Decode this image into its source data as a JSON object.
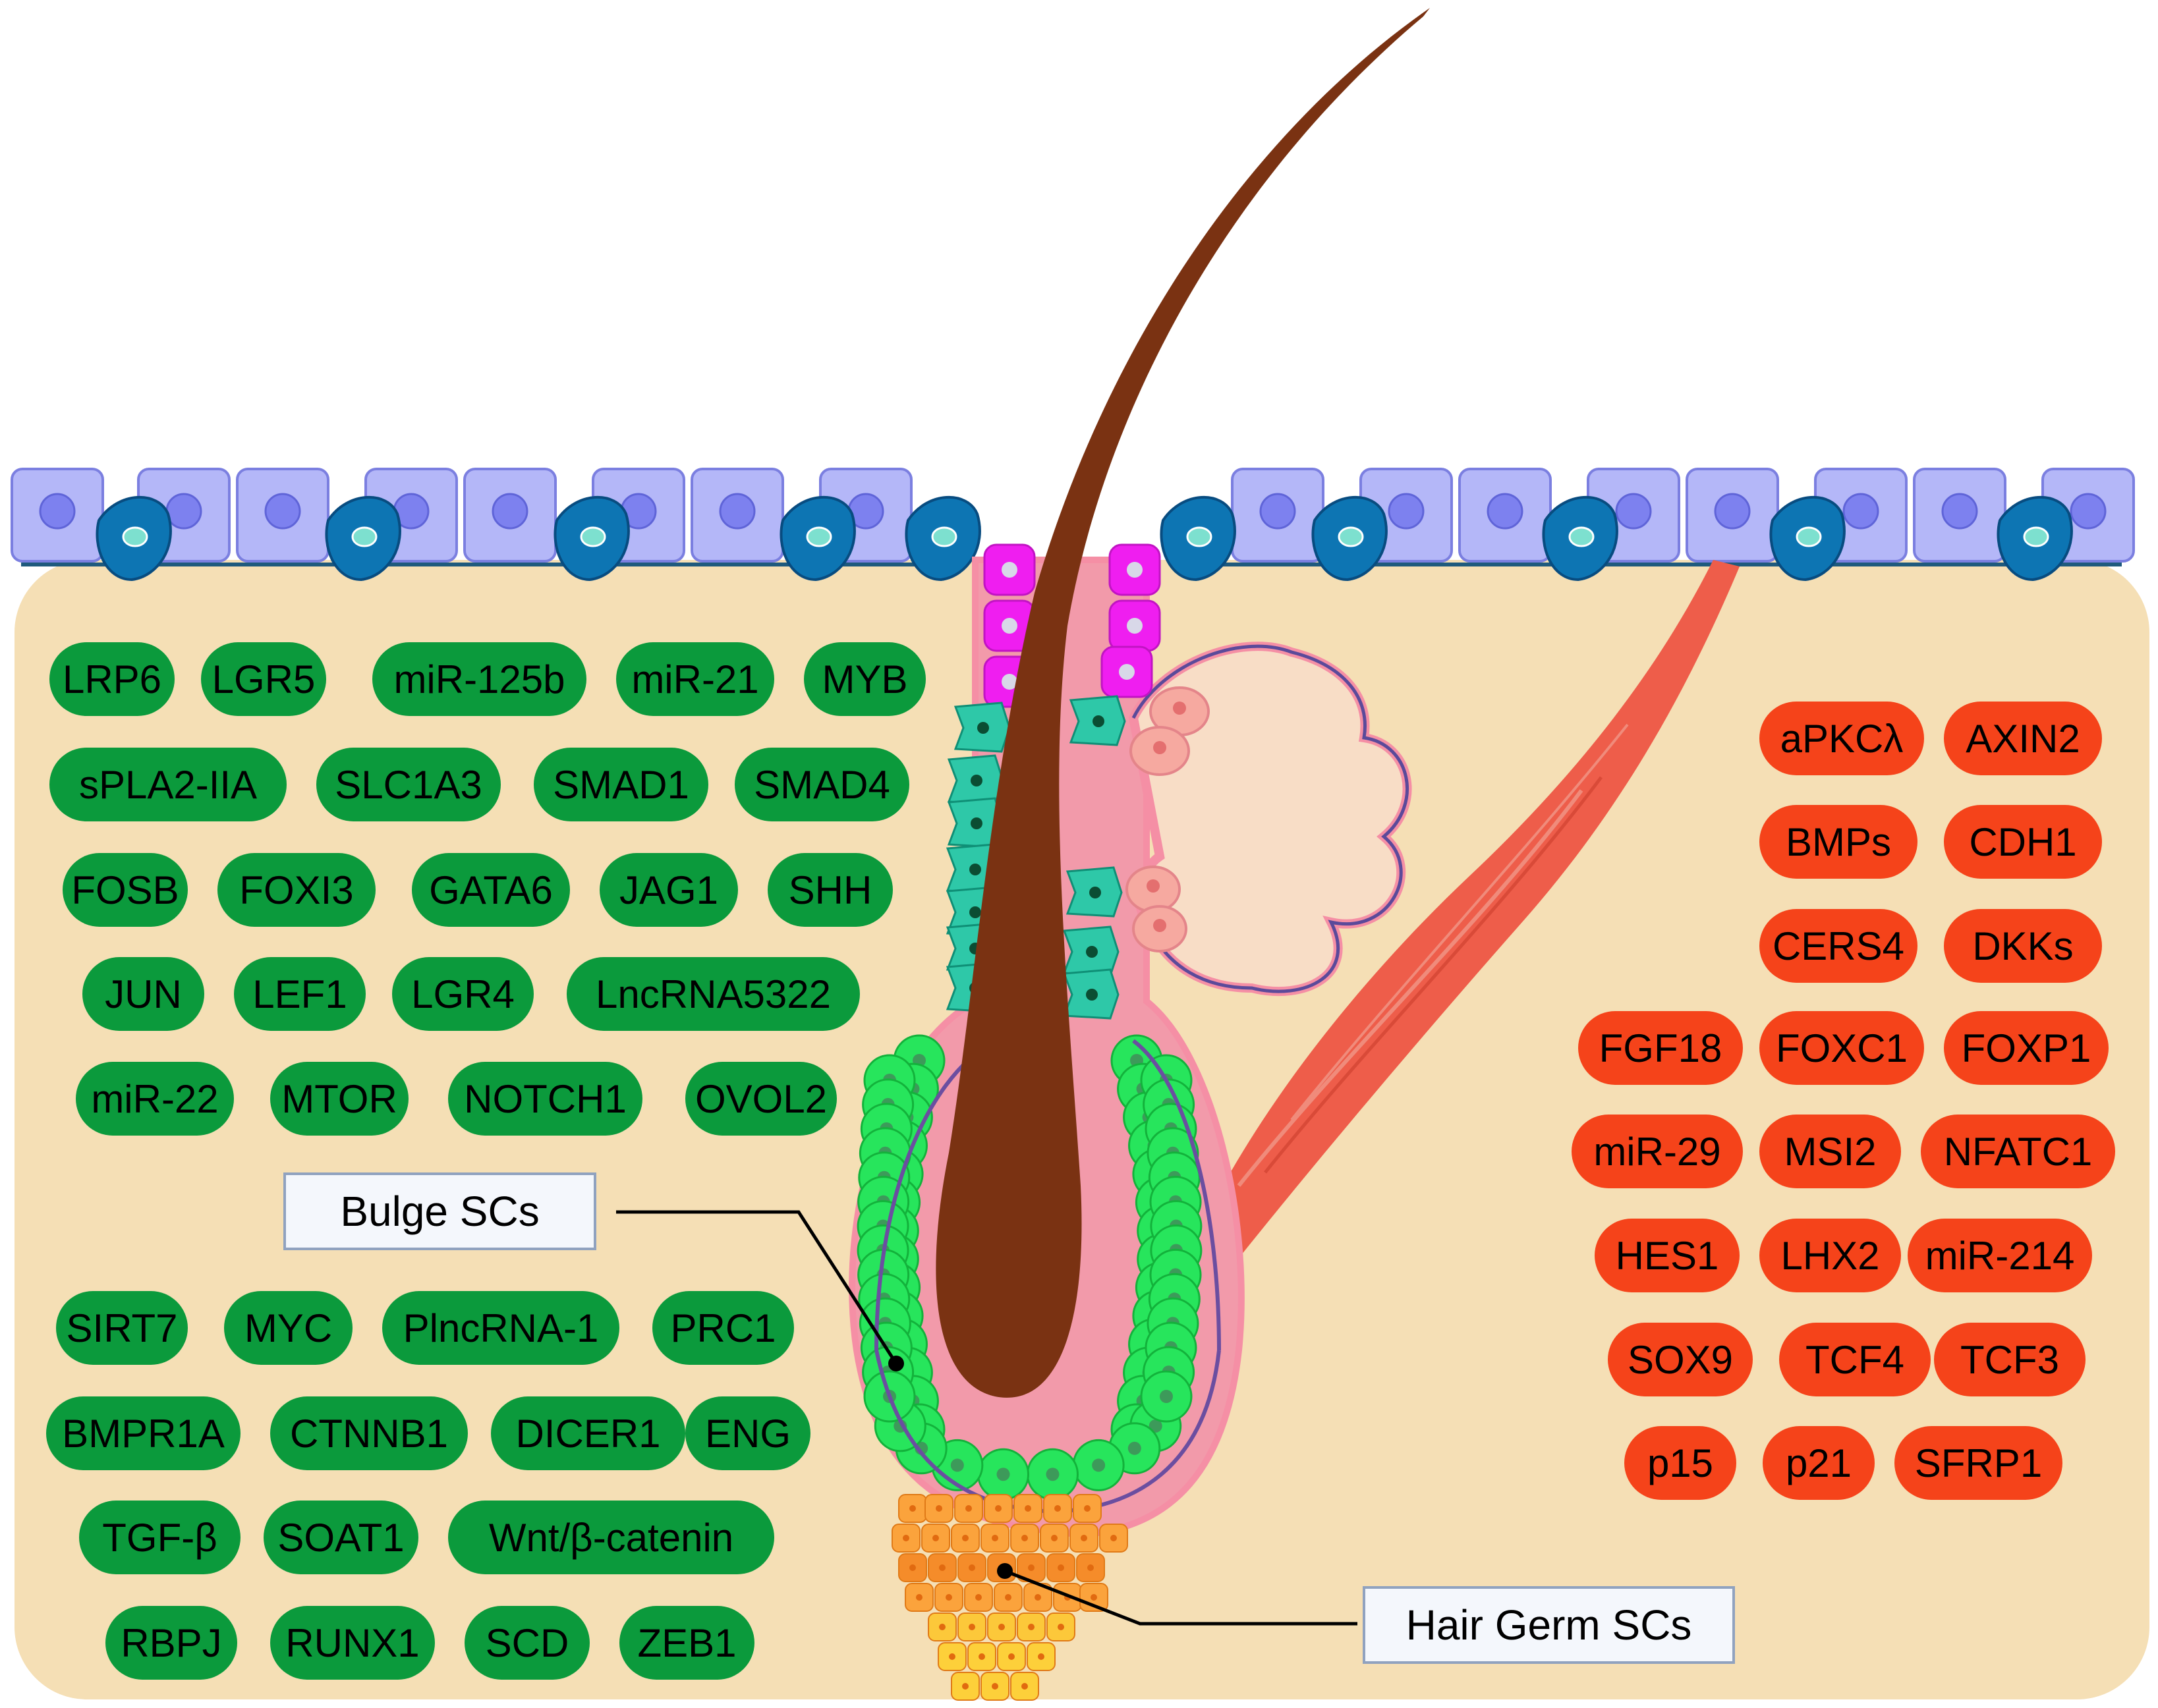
{
  "colors": {
    "dermis": "#f5dfb5",
    "hair_shaft": "#7a3212",
    "epidermis_cell": "#b4b7f8",
    "green_pill": "#0b9a3c",
    "red_pill": "#f5431a",
    "muscle": "#ee5d4a",
    "bulge_cell": "#27e55c",
    "germ_cell": "#fba33c",
    "magenta_cell": "#ef1ef0",
    "teal_cell": "#2ec8a8"
  },
  "labels": {
    "bulge": "Bulge SCs",
    "germ": "Hair Germ SCs"
  },
  "green_rows_top": [
    [
      "LRP6",
      "LGR5",
      "miR-125b",
      "miR-21",
      "MYB"
    ],
    [
      "sPLA2-IIA",
      "SLC1A3",
      "SMAD1",
      "SMAD4"
    ],
    [
      "FOSB",
      "FOXI3",
      "GATA6",
      "JAG1",
      "SHH"
    ],
    [
      "JUN",
      "LEF1",
      "LGR4",
      "LncRNA5322"
    ],
    [
      "miR-22",
      "MTOR",
      "NOTCH1",
      "OVOL2"
    ]
  ],
  "green_rows_bottom": [
    [
      "SIRT7",
      "MYC",
      "PlncRNA-1",
      "PRC1"
    ],
    [
      "BMPR1A",
      "CTNNB1",
      "DICER1",
      "ENG"
    ],
    [
      "TGF-β",
      "SOAT1",
      "Wnt/β-catenin"
    ],
    [
      "RBPJ",
      "RUNX1",
      "SCD",
      "ZEB1"
    ]
  ],
  "red_rows": [
    [
      "aPKCλ",
      "AXIN2"
    ],
    [
      "BMPs",
      "CDH1"
    ],
    [
      "CERS4",
      "DKKs"
    ],
    [
      "FGF18",
      "FOXC1",
      "FOXP1"
    ],
    [
      "miR-29",
      "MSI2",
      "NFATC1"
    ],
    [
      "HES1",
      "LHX2",
      "miR-214"
    ],
    [
      "SOX9",
      "TCF4",
      "TCF3"
    ],
    [
      "p15",
      "p21",
      "SFRP1"
    ]
  ]
}
